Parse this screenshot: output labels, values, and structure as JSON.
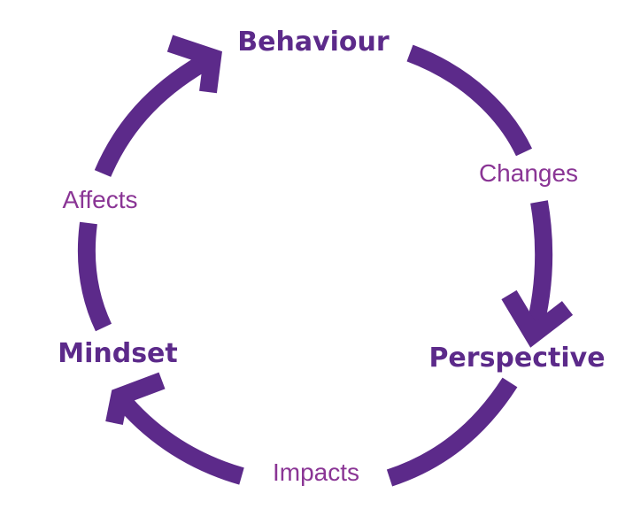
{
  "colors": {
    "arrow": "#5c2a8a",
    "node_text": "#5c2a8a",
    "edge_text": "#8a3595",
    "background": "#ffffff"
  },
  "nodes": {
    "behaviour": "Behaviour",
    "perspective": "Perspective",
    "mindset": "Mindset"
  },
  "edges": {
    "behaviour_to_perspective": "Changes",
    "perspective_to_mindset": "Impacts",
    "mindset_to_behaviour": "Affects"
  }
}
